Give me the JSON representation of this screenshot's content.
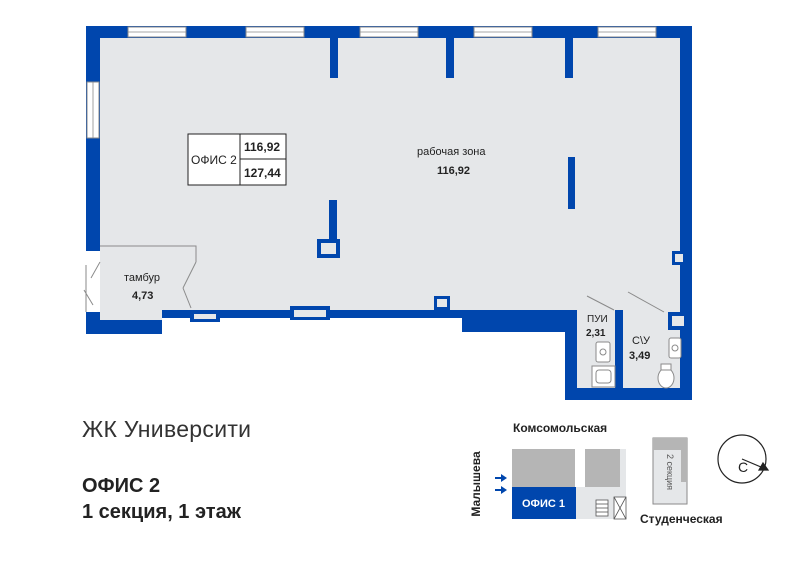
{
  "complex_name": "ЖК Университи",
  "office_title": "ОФИС 2",
  "section_floor": "1 секция, 1 этаж",
  "area_box": {
    "label": "ОФИС 2",
    "area_main": "116,92",
    "area_total": "127,44"
  },
  "rooms": [
    {
      "name": "рабочая зона",
      "area": "116,92"
    },
    {
      "name": "тамбур",
      "area": "4,73"
    },
    {
      "name": "ПУИ",
      "area": "2,31"
    },
    {
      "name": "С\\У",
      "area": "3,49"
    }
  ],
  "site_map": {
    "street_top": "Комсомольская",
    "street_left": "Малышева",
    "street_bottom": "Студенческая",
    "section_label": "2 секция",
    "office_label": "ОФИС 1",
    "compass_label": "С"
  },
  "colors": {
    "wall": "#0046ad",
    "floor": "#e5e7e9",
    "grey_block": "#b5b5b5",
    "text": "#222222"
  }
}
